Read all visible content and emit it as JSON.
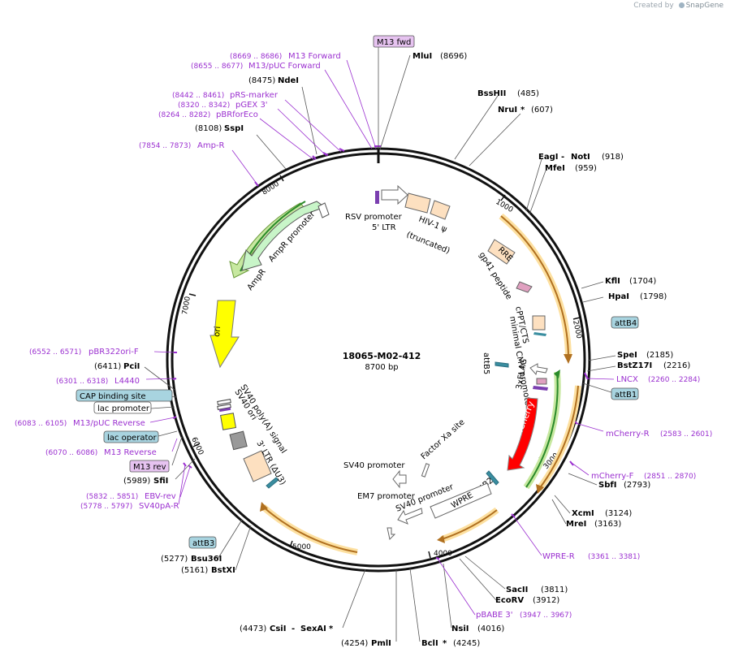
{
  "watermark": {
    "prefix": "Created by",
    "brand": "SnapGene"
  },
  "plasmid": {
    "name": "18065-M02-412",
    "length": "8700 bp"
  },
  "ticks": [
    "1000",
    "2000",
    "3000",
    "4000",
    "5000",
    "6000",
    "7000",
    "8000"
  ],
  "colors": {
    "primer": "#9b30d0",
    "label_box_blue": "#a8d4e0",
    "label_box_purple": "#e6c3f0",
    "ampr": "#c8f5c8",
    "ori": "#ffff00",
    "mcherry": "#ff0000",
    "ltr": "#fde0c0"
  },
  "enzymes": [
    {
      "name": "MluI",
      "pos": "(8696)",
      "star": ""
    },
    {
      "name": "BssHII",
      "pos": "(485)",
      "star": ""
    },
    {
      "name": "NruI",
      "pos": "(607)",
      "star": " *"
    },
    {
      "name": "EagI",
      "name2": "NotI",
      "pos": "(918)",
      "star": ""
    },
    {
      "name": "MfeI",
      "pos": "(959)",
      "star": ""
    },
    {
      "name": "KflI",
      "pos": "(1704)",
      "star": ""
    },
    {
      "name": "HpaI",
      "pos": "(1798)",
      "star": ""
    },
    {
      "name": "SpeI",
      "pos": "(2185)",
      "star": ""
    },
    {
      "name": "BstZ17I",
      "pos": "(2216)",
      "star": ""
    },
    {
      "name": "SbfI",
      "pos": "(2793)",
      "star": ""
    },
    {
      "name": "XcmI",
      "pos": "(3124)",
      "star": ""
    },
    {
      "name": "MreI",
      "pos": "(3163)",
      "star": ""
    },
    {
      "name": "SacII",
      "pos": "(3811)",
      "star": ""
    },
    {
      "name": "EcoRV",
      "pos": "(3912)",
      "star": ""
    },
    {
      "name": "NsiI",
      "pos": "(4016)",
      "star": ""
    },
    {
      "name": "BclI",
      "pos": "(4245)",
      "star": " *"
    },
    {
      "name": "PmlI",
      "pos": "(4254)",
      "star": ""
    },
    {
      "name": "CsiI",
      "name2": "SexAI",
      "pos": "(4473)",
      "star": " *"
    },
    {
      "name": "BstXI",
      "pos": "(5161)",
      "star": ""
    },
    {
      "name": "Bsu36I",
      "pos": "(5277)",
      "star": ""
    },
    {
      "name": "SfiI",
      "pos": "(5989)",
      "star": ""
    },
    {
      "name": "PciI",
      "pos": "(6411)",
      "star": ""
    },
    {
      "name": "SspI",
      "pos": "(8108)",
      "star": ""
    },
    {
      "name": "NdeI",
      "pos": "(8475)",
      "star": ""
    }
  ],
  "primers": [
    {
      "range": "(8669 .. 8686)",
      "name": "M13 Forward"
    },
    {
      "range": "(8655 .. 8677)",
      "name": "M13/pUC Forward"
    },
    {
      "range": "(8442 .. 8461)",
      "name": "pRS-marker"
    },
    {
      "range": "(8320 .. 8342)",
      "name": "pGEX 3'"
    },
    {
      "range": "(8264 .. 8282)",
      "name": "pBRforEco"
    },
    {
      "range": "(7854 .. 7873)",
      "name": "Amp-R"
    },
    {
      "range": "(2260 .. 2284)",
      "name": "LNCX"
    },
    {
      "range": "(2583 .. 2601)",
      "name": "mCherry-R"
    },
    {
      "range": "(2851 .. 2870)",
      "name": "mCherry-F"
    },
    {
      "range": "(3361 .. 3381)",
      "name": "WPRE-R"
    },
    {
      "range": "(3947 .. 3967)",
      "name": "pBABE 3'"
    },
    {
      "range": "(5832 .. 5851)",
      "name": "EBV-rev"
    },
    {
      "range": "(5778 .. 5797)",
      "name": "SV40pA-R"
    },
    {
      "range": "(6552 .. 6571)",
      "name": "pBR322ori-F"
    },
    {
      "range": "(6301 .. 6318)",
      "name": "L4440"
    },
    {
      "range": "(6083 .. 6105)",
      "name": "M13/pUC Reverse"
    },
    {
      "range": "(6070 .. 6086)",
      "name": "M13 Reverse"
    }
  ],
  "boxes": {
    "m13fwd": "M13 fwd",
    "attB4": "attB4",
    "attB1": "attB1",
    "attB3": "attB3",
    "cap": "CAP binding site",
    "lacpromoter": "lac promoter",
    "lacoperator": "lac operator",
    "m13rev": "M13 rev"
  },
  "features": {
    "rsv": "RSV promoter",
    "ltr5a": "5' LTR",
    "ltr5b": "(truncated)",
    "hiv": "HIV-1 ψ",
    "rre": "RRE",
    "gp41": "gp41 peptide",
    "cppt": "cPPT/CTS",
    "cmv": "minimal CMV promoter",
    "attB5": "attB5",
    "flag": "3xFLAG",
    "mcherry": "mCherry",
    "attB2": "attB2",
    "wpre": "WPRE",
    "factorxa": "Factor Xa site",
    "sv40p1": "SV40 promoter",
    "sv40p2": "SV40 promoter",
    "em7": "EM7 promoter",
    "ltr3": "3' LTR (ΔU3)",
    "sv40pa": "SV40 poly(A) signal",
    "sv40ori": "SV40 ori",
    "ori": "ori",
    "ampr": "AmpR",
    "amprp": "AmpR promoter"
  }
}
